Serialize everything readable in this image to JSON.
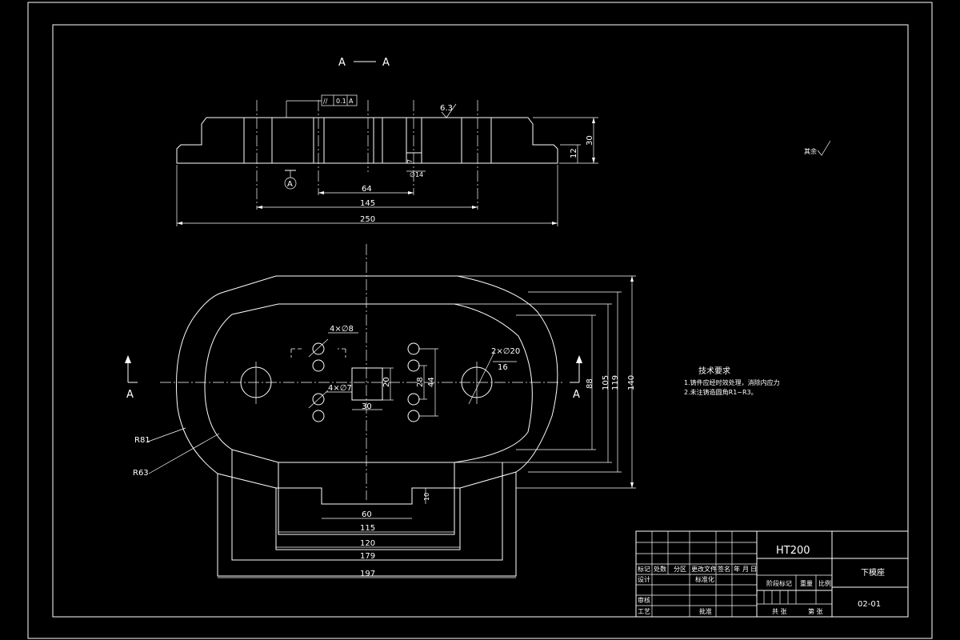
{
  "section": {
    "title_left": "A",
    "title_right": "A",
    "datum_label": "A",
    "surface_roughness": "6.3",
    "tolerance": {
      "symbol": "//",
      "value": "0.1",
      "datum": "A"
    },
    "dims": {
      "d64": "64",
      "d145": "145",
      "d250": "250",
      "d30": "30",
      "d12": "12",
      "d7": "7",
      "d_hole": "∅14"
    }
  },
  "plan": {
    "section_marker_left": "A",
    "section_marker_right": "A",
    "callouts": {
      "holes_4x8": "4×∅8",
      "holes_4x7": "4×∅7",
      "holes_2x20": "2×∅20",
      "depth_16": "16"
    },
    "dims": {
      "d20": "20",
      "d30": "30",
      "d28": "28",
      "d44": "44",
      "d88": "88",
      "d105": "105",
      "d119": "119",
      "d140": "140",
      "d60": "60",
      "d115": "115",
      "d120": "120",
      "d179": "179",
      "d197": "197",
      "d10": "10",
      "r81": "R81",
      "r63": "R63"
    }
  },
  "other_roughness": "其余",
  "technical_requirements": {
    "title": "技术要求",
    "items": [
      "1.铸件应经时效处理，消除内应力",
      "2.未注铸造圆角R1~R3。"
    ]
  },
  "title_block": {
    "material": "HT200",
    "part_name": "下模座",
    "drawing_no": "02-01",
    "cells": {
      "mark": "标记",
      "count": "处数",
      "zone": "分区",
      "change_doc": "更改文件",
      "sign": "签名",
      "year": "年",
      "month": "月",
      "day": "日",
      "design": "设计",
      "standardize": "标准化",
      "review": "审核",
      "process": "工艺",
      "approve": "批准",
      "stage_mark": "阶段标记",
      "weight": "重量",
      "scale": "比例",
      "sheets_total": "共 张",
      "sheet_no": "第 张"
    }
  }
}
